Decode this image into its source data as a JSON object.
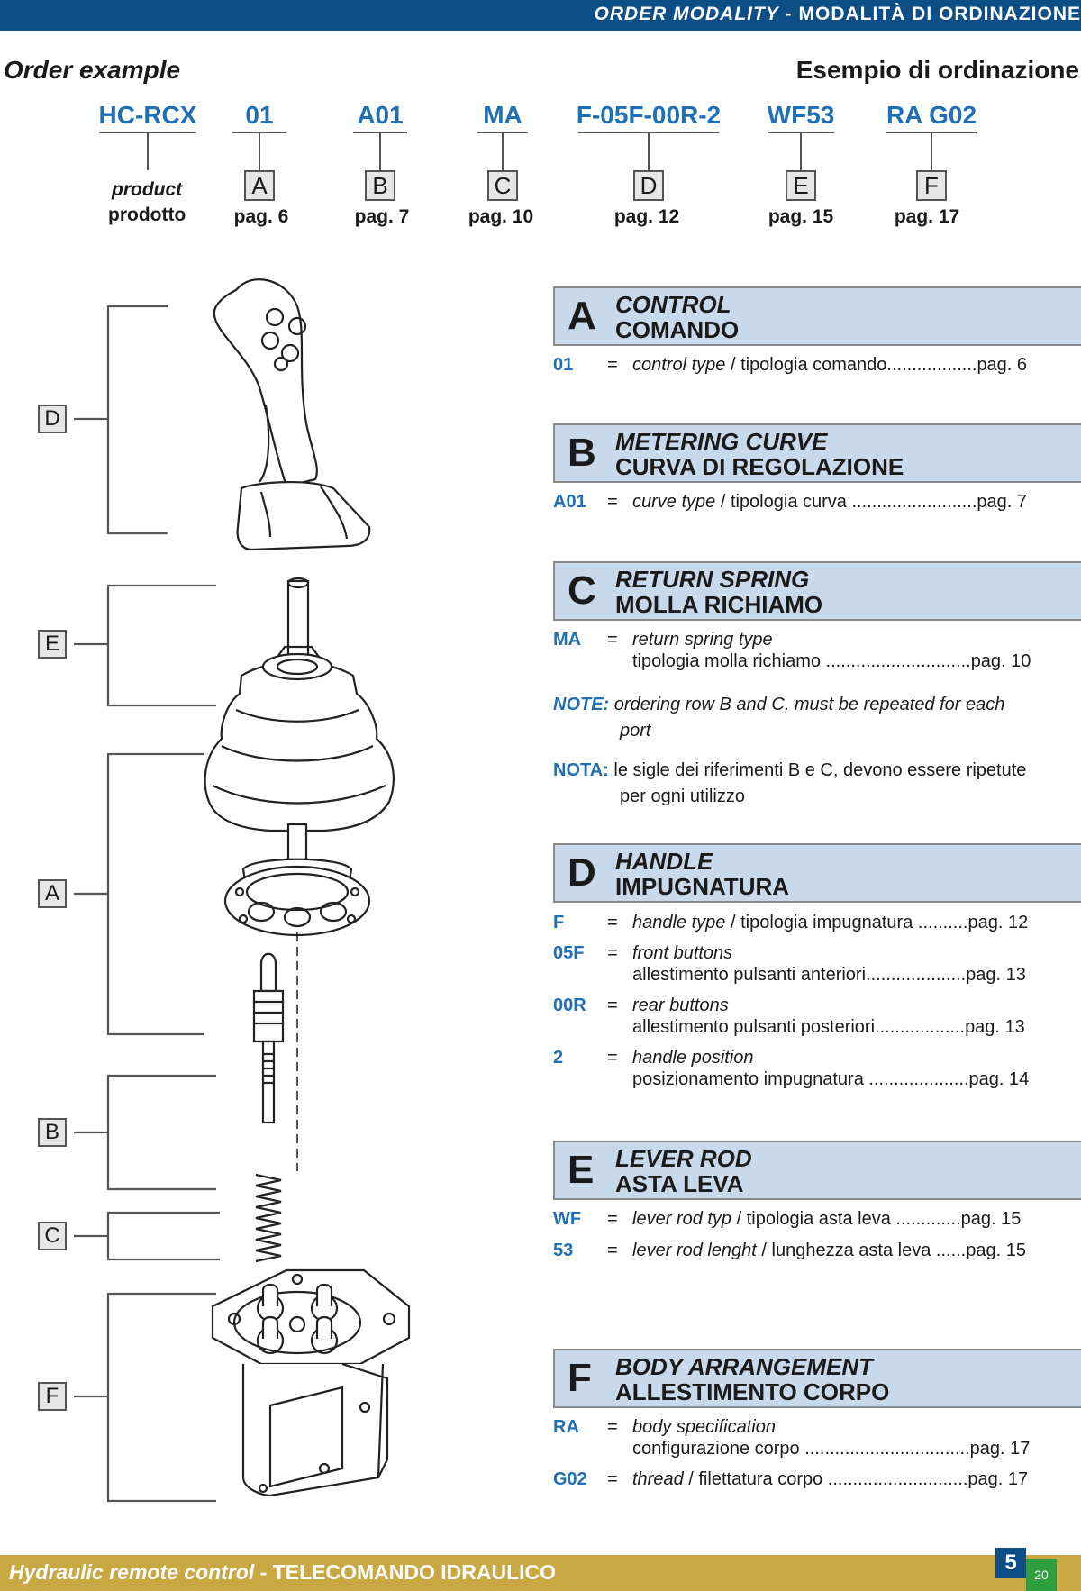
{
  "header": {
    "title_en": "ORDER MODALITY",
    "separator": "-",
    "title_it": "MODALITÀ DI ORDINAZIONE"
  },
  "order": {
    "heading_en": "Order example",
    "heading_it": "Esempio di ordinazione",
    "product_en": "product",
    "product_it": "prodotto",
    "codes": [
      {
        "code": "HC-RCX"
      },
      {
        "code": "01",
        "letter": "A",
        "page": "pag. 6"
      },
      {
        "code": "A01",
        "letter": "B",
        "page": "pag. 7"
      },
      {
        "code": "MA",
        "letter": "C",
        "page": "pag. 10"
      },
      {
        "code": "F-05F-00R-2",
        "letter": "D",
        "page": "pag. 12"
      },
      {
        "code": "WF53",
        "letter": "E",
        "page": "pag. 15"
      },
      {
        "code": "RA G02",
        "letter": "F",
        "page": "pag. 17"
      }
    ]
  },
  "sections": {
    "A": {
      "letter": "A",
      "title_en": "CONTROL",
      "title_it": "COMANDO",
      "rows": [
        {
          "key": "01",
          "eq": "=",
          "en": "control type",
          "sep": " / ",
          "it": "tipologia comando",
          "dots": "..................",
          "page": "pag. 6"
        }
      ]
    },
    "B": {
      "letter": "B",
      "title_en": "METERING CURVE",
      "title_it": "CURVA DI REGOLAZIONE",
      "rows": [
        {
          "key": "A01",
          "eq": "=",
          "en": "curve type",
          "sep": " / ",
          "it": "tipologia curva",
          "dots": " .........................",
          "page": "pag. 7"
        }
      ]
    },
    "C": {
      "letter": "C",
      "title_en": "RETURN SPRING",
      "title_it": "MOLLA RICHIAMO",
      "rows": [
        {
          "key": "MA",
          "eq": "=",
          "en": "return spring type",
          "it": "tipologia molla richiamo",
          "dots": " .............................",
          "page": "pag. 10"
        }
      ]
    },
    "D": {
      "letter": "D",
      "title_en": "HANDLE",
      "title_it": "IMPUGNATURA",
      "rows": [
        {
          "key": "F",
          "eq": "=",
          "en": "handle type",
          "sep": " / ",
          "it": "tipologia impugnatura",
          "dots": " ..........",
          "page": "pag. 12"
        },
        {
          "key": "05F",
          "eq": "=",
          "en": "front buttons",
          "it": "allestimento pulsanti anteriori",
          "dots": "....................",
          "page": "pag. 13"
        },
        {
          "key": "00R",
          "eq": "=",
          "en": "rear buttons",
          "it": "allestimento pulsanti posteriori",
          "dots": "..................",
          "page": "pag. 13"
        },
        {
          "key": "2",
          "eq": "=",
          "en": "handle position",
          "it": "posizionamento impugnatura",
          "dots": " ....................",
          "page": "pag. 14"
        }
      ]
    },
    "E": {
      "letter": "E",
      "title_en": "LEVER ROD",
      "title_it": "ASTA LEVA",
      "rows": [
        {
          "key": "WF",
          "eq": "=",
          "en": "lever rod typ",
          "sep": " / ",
          "it": "tipologia asta leva",
          "dots": " .............",
          "page": "pag. 15"
        },
        {
          "key": "53",
          "eq": "=",
          "en": "lever rod lenght",
          "sep": " / ",
          "it": "lunghezza asta leva",
          "dots": " ......",
          "page": "pag. 15"
        }
      ]
    },
    "F": {
      "letter": "F",
      "title_en": "BODY ARRANGEMENT",
      "title_it": "ALLESTIMENTO CORPO",
      "rows": [
        {
          "key": "RA",
          "eq": "=",
          "en": "body specification",
          "it": "configurazione corpo",
          "dots": " .................................",
          "page": "pag. 17"
        },
        {
          "key": "G02",
          "eq": "=",
          "en": "thread",
          "sep": " / ",
          "it": "filettatura corpo",
          "dots": " ............................",
          "page": "pag. 17"
        }
      ]
    }
  },
  "notes": {
    "note_label": "NOTE:",
    "note_text_1": "ordering row B and C, must be repeated for each",
    "note_text_2": "port",
    "nota_label": "NOTA:",
    "nota_text_1": "le sigle dei riferimenti B e C, devono essere ripetute",
    "nota_text_2": "per ogni utilizzo"
  },
  "diagram_labels": [
    "D",
    "E",
    "A",
    "B",
    "C",
    "F"
  ],
  "footer": {
    "title_en": "Hydraulic remote control",
    "separator": " - ",
    "title_it": "TELECOMANDO IDRAULICO",
    "page_number": "5",
    "page_number_small": "20"
  }
}
